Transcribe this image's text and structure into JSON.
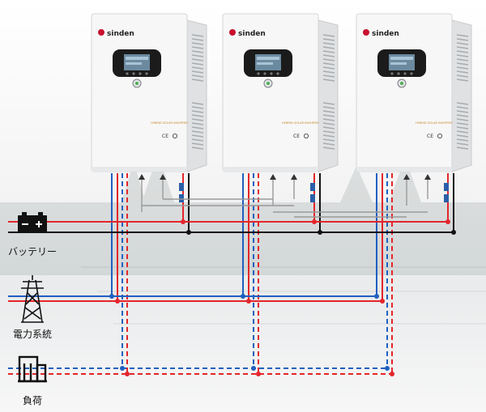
{
  "inverters": [
    {
      "brand": "sinden",
      "model_label": "HYBRID SOLAR INVERTER",
      "cert": "CE"
    },
    {
      "brand": "sinden",
      "model_label": "HYBRID SOLAR INVERTER",
      "cert": "CE"
    },
    {
      "brand": "sinden",
      "model_label": "HYBRID SOLAR INVERTER",
      "cert": "CE"
    }
  ],
  "legend": {
    "battery": "バッテリー",
    "grid": "電力系統",
    "load": "負荷"
  },
  "colors": {
    "positive": "#e4252b",
    "negative": "#111111",
    "neutral": "#1f5fbf",
    "signal": "#9a9a9a",
    "housing": "#f7f7f7",
    "brand": "#c8102e"
  }
}
